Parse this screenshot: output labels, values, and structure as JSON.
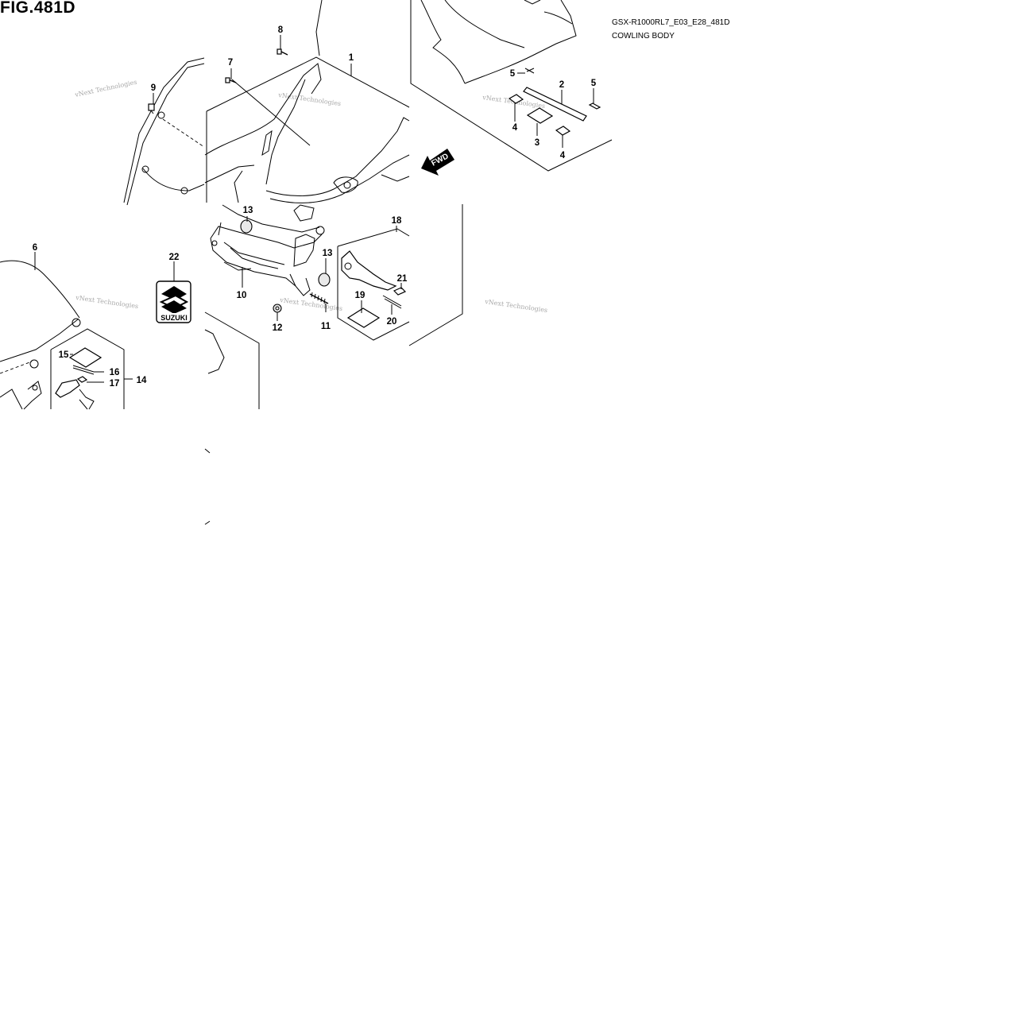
{
  "figure": {
    "title": "FIG.481D",
    "ref_code": "GSX-R1000RL7_E03_E28_481D",
    "ref_name": "COWLING BODY"
  },
  "direction_arrow": "FWD",
  "emblem_text": "SUZUKI",
  "watermark": "vNext Technologies",
  "callouts": [
    "1",
    "2",
    "3",
    "4",
    "4",
    "5",
    "5",
    "6",
    "7",
    "8",
    "9",
    "10",
    "11",
    "12",
    "13",
    "13",
    "14",
    "15",
    "16",
    "17",
    "18",
    "19",
    "20",
    "21",
    "22"
  ]
}
